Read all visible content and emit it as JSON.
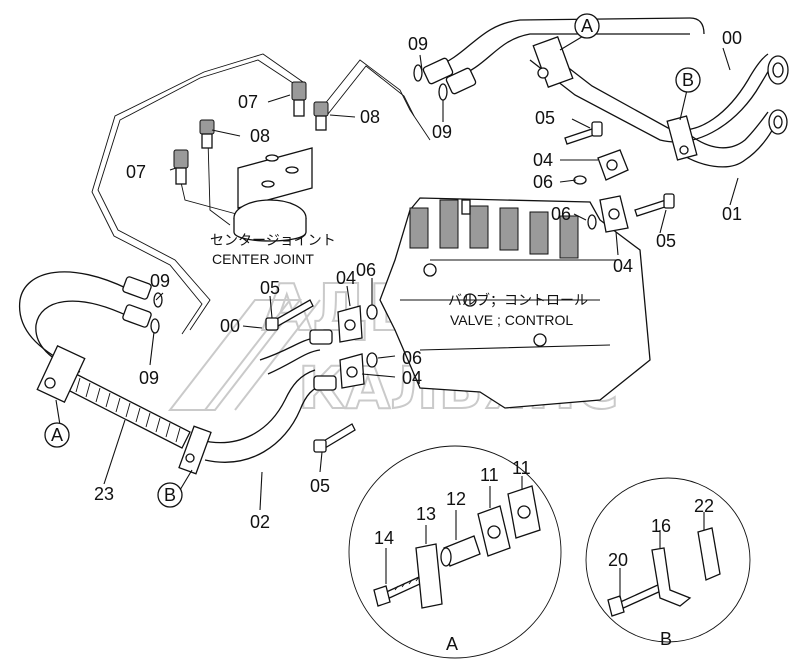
{
  "part_numbers": {
    "p00": "00",
    "p01": "01",
    "p02": "02",
    "p04": "04",
    "p05": "05",
    "p06": "06",
    "p07": "07",
    "p08": "08",
    "p09": "09",
    "p11": "11",
    "p12": "12",
    "p13": "13",
    "p14": "14",
    "p16": "16",
    "p20": "20",
    "p22": "22",
    "p23": "23"
  },
  "callouts": {
    "a": "A",
    "b": "B"
  },
  "center_joint": {
    "jp": "センタージョイント",
    "en": "CENTER JOINT"
  },
  "valve": {
    "jp": "バルブ；コントロール",
    "en": "VALVE ; CONTROL"
  },
  "watermark": {
    "line1": "АДВЭО",
    "line2": "КАЛЬЯНС"
  }
}
